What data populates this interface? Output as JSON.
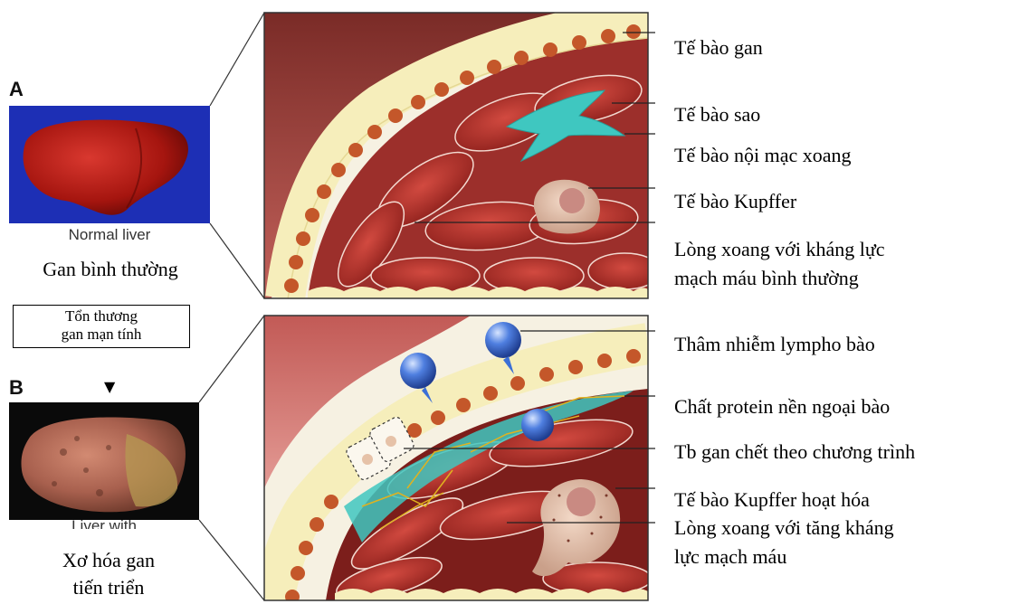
{
  "panel_a": {
    "letter": "A",
    "photo_caption_en": "Normal liver",
    "caption_vi": "Gan bình thường",
    "labels": [
      "Tế bào gan",
      "Tế bào sao",
      "Tế bào nội mạc xoang",
      "Tế bào Kupffer",
      "Lòng xoang với kháng lực mạch máu bình thường"
    ],
    "label_lines": {
      "lumen_1": "Lòng xoang với kháng lực",
      "lumen_2": "mạch máu bình thường"
    }
  },
  "injury_box": {
    "line1": "Tổn thương",
    "line2": "gan mạn tính"
  },
  "panel_b": {
    "letter": "B",
    "arrow_glyph": "▼",
    "photo_caption_en": "Liver with",
    "caption_vi_line1": "Xơ hóa gan",
    "caption_vi_line2": "tiến triển",
    "labels": [
      "Thâm nhiễm lympho bào",
      "Chất protein nền ngoại bào",
      "Tb gan chết theo chương trình",
      "Tế bào Kupffer hoạt hóa",
      "Lòng xoang với tăng kháng lực mạch máu"
    ],
    "label_lines": {
      "lumen_1": "Lòng xoang với tăng kháng",
      "lumen_2": "lực mạch máu"
    }
  },
  "colors": {
    "photo_a_bg": "#1d2fb5",
    "photo_b_bg": "#0a0a0a",
    "hepatocyte": "#f6eebb",
    "nucleus": "#c4572a",
    "tissue": "#b5514a",
    "rbc": "#b9352f",
    "stellate": "#3fc7c0",
    "lymphocyte": "#3b6fd6"
  }
}
